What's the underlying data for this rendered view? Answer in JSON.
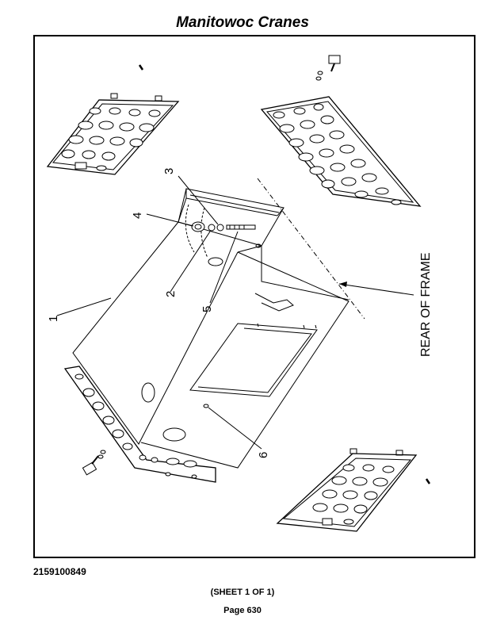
{
  "header": {
    "title": "Manitowoc Cranes"
  },
  "drawing": {
    "callouts": [
      "1",
      "2",
      "3",
      "4",
      "5",
      "6"
    ],
    "frame_label": "REAR OF FRAME"
  },
  "footer": {
    "part_number": "2159100849",
    "sheet": "(SHEET 1 OF 1)",
    "page": "Page 630"
  }
}
